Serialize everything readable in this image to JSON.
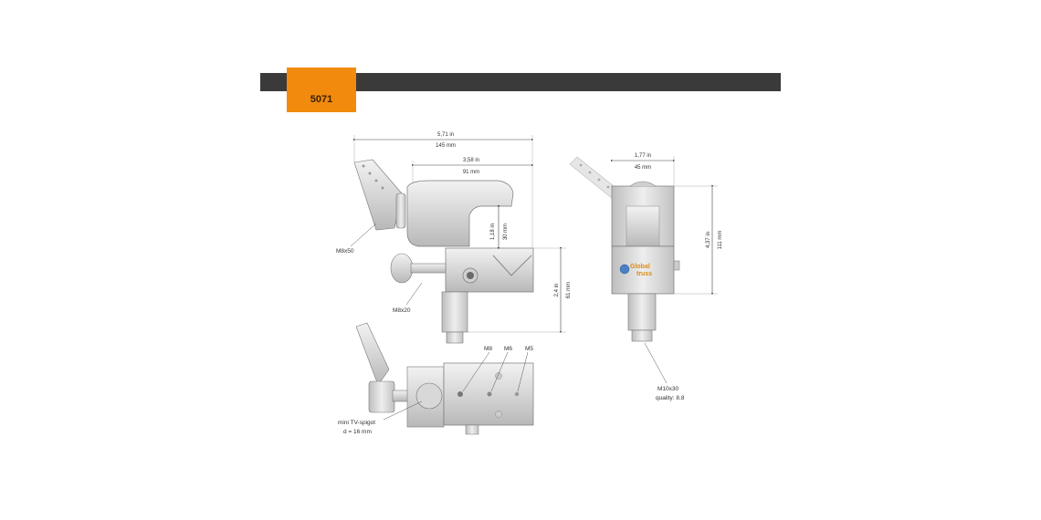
{
  "header": {
    "model_number": "5071",
    "accent_color": "#f28a0e",
    "bar_color": "#3a3a3a"
  },
  "front_view": {
    "overall_width_in": "5,71 in",
    "overall_width_mm": "145 mm",
    "jaw_width_in": "3,58 in",
    "jaw_width_mm": "91 mm",
    "jaw_height_in": "1,18 in",
    "jaw_height_mm": "30 mm",
    "base_height_in": "2,4 in",
    "base_height_mm": "61 mm",
    "lever_screw": "M8x50",
    "knob_screw": "M8x20"
  },
  "side_view": {
    "width_in": "1,77 in",
    "width_mm": "45 mm",
    "height_in": "4,37 in",
    "height_mm": "111 mm",
    "logo_line1": "Global",
    "logo_line2": "truss",
    "screw_label": "M10x30",
    "quality_label": "quality: 8.8"
  },
  "bottom_view": {
    "hole1": "M8",
    "hole2": "M6",
    "hole3": "M5",
    "spigot_line1": "mini TV-spigot",
    "spigot_line2": "d = 16 mm"
  }
}
